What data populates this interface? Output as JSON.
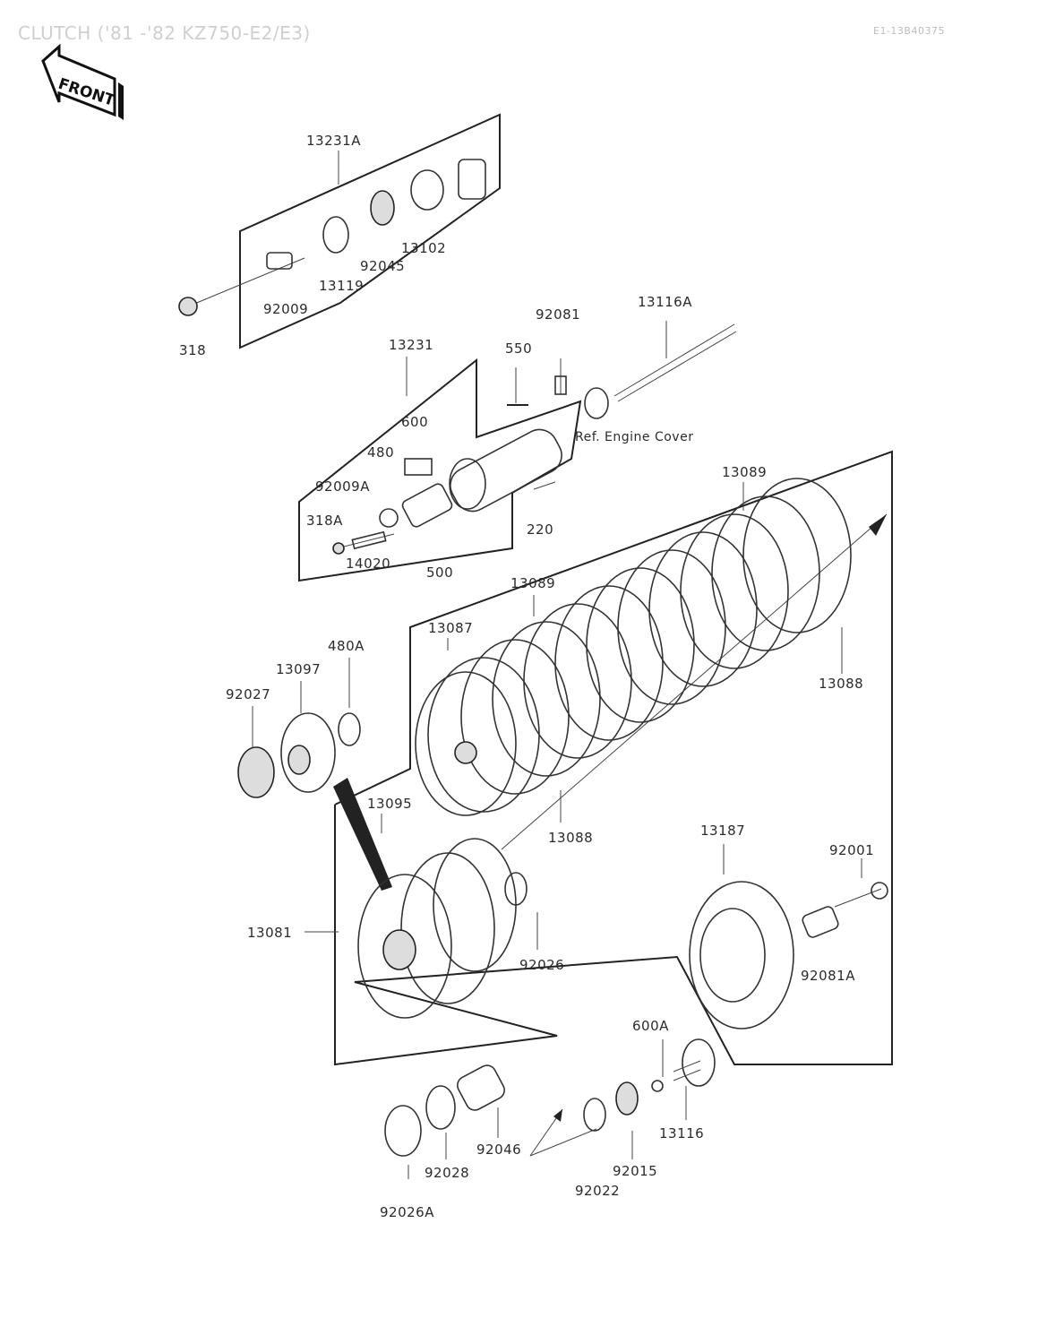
{
  "header": {
    "title": "CLUTCH ('81 -'82 KZ750-E2/E3)",
    "code": "E1-13B40375"
  },
  "front_arrow": {
    "label": "FRONT"
  },
  "reference": {
    "label": "Ref. Engine Cover"
  },
  "parts": [
    {
      "id": "13231A"
    },
    {
      "id": "13102"
    },
    {
      "id": "92045"
    },
    {
      "id": "13119"
    },
    {
      "id": "92009"
    },
    {
      "id": "318"
    },
    {
      "id": "13231"
    },
    {
      "id": "92081"
    },
    {
      "id": "13116A"
    },
    {
      "id": "550"
    },
    {
      "id": "600"
    },
    {
      "id": "480"
    },
    {
      "id": "92009A"
    },
    {
      "id": "318A"
    },
    {
      "id": "14020"
    },
    {
      "id": "500"
    },
    {
      "id": "220"
    },
    {
      "id": "13089"
    },
    {
      "id": "13089b"
    },
    {
      "id": "13087"
    },
    {
      "id": "13088"
    },
    {
      "id": "480A"
    },
    {
      "id": "13097"
    },
    {
      "id": "92027"
    },
    {
      "id": "13095"
    },
    {
      "id": "13088b"
    },
    {
      "id": "13187"
    },
    {
      "id": "92001"
    },
    {
      "id": "13081"
    },
    {
      "id": "92026"
    },
    {
      "id": "92081A"
    },
    {
      "id": "600A"
    },
    {
      "id": "13116"
    },
    {
      "id": "92046"
    },
    {
      "id": "92028"
    },
    {
      "id": "92015"
    },
    {
      "id": "92022"
    },
    {
      "id": "92026A"
    }
  ],
  "labels": {
    "13231A": "13231A",
    "13102": "13102",
    "92045": "92045",
    "13119": "13119",
    "92009": "92009",
    "318": "318",
    "13231": "13231",
    "92081": "92081",
    "13116A": "13116A",
    "550": "550",
    "600": "600",
    "480": "480",
    "92009A": "92009A",
    "318A": "318A",
    "14020": "14020",
    "500": "500",
    "220": "220",
    "13089": "13089",
    "13089b": "13089",
    "13087": "13087",
    "13088": "13088",
    "480A": "480A",
    "13097": "13097",
    "92027": "92027",
    "13095": "13095",
    "13088b": "13088",
    "13187": "13187",
    "92001": "92001",
    "13081": "13081",
    "92026": "92026",
    "92081A": "92081A",
    "600A": "600A",
    "13116": "13116",
    "92046": "92046",
    "92028": "92028",
    "92015": "92015",
    "92022": "92022",
    "92026A": "92026A"
  }
}
